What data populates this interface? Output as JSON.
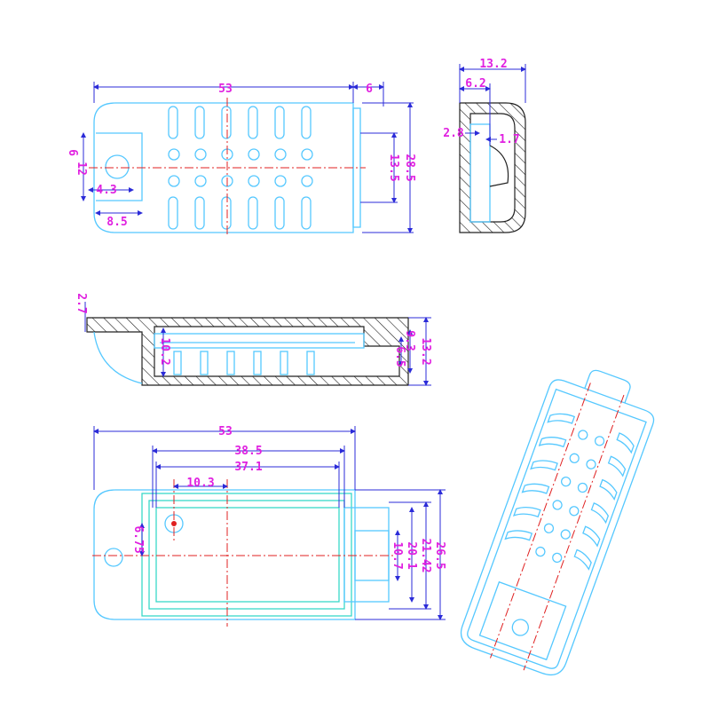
{
  "top_view": {
    "overall_width": "53",
    "tip_width": "6",
    "height_outer": "28.5",
    "height_inner": "13.5",
    "notch_height": "12",
    "notch_offset": "6",
    "hole_offset": "4.3",
    "notch_width": "8.5"
  },
  "side_view": {
    "overall_depth": "13.2",
    "wall_offset": "6.2",
    "rib_a": "2.8",
    "rib_b": "1.7"
  },
  "section_view": {
    "lip": "2.7",
    "inner_depth": "10.2",
    "overall_height": "13.2",
    "slot_a": "9.3",
    "slot_b": "6.5"
  },
  "bottom_view": {
    "overall_width": "53",
    "pcb_outer": "38.5",
    "pcb_inner": "37.1",
    "hole_x": "10.3",
    "hole_y": "6.75",
    "height_outer": "26.5",
    "height_mid": "21.42",
    "height_inner": "20.1",
    "slot_height": "10.7"
  }
}
